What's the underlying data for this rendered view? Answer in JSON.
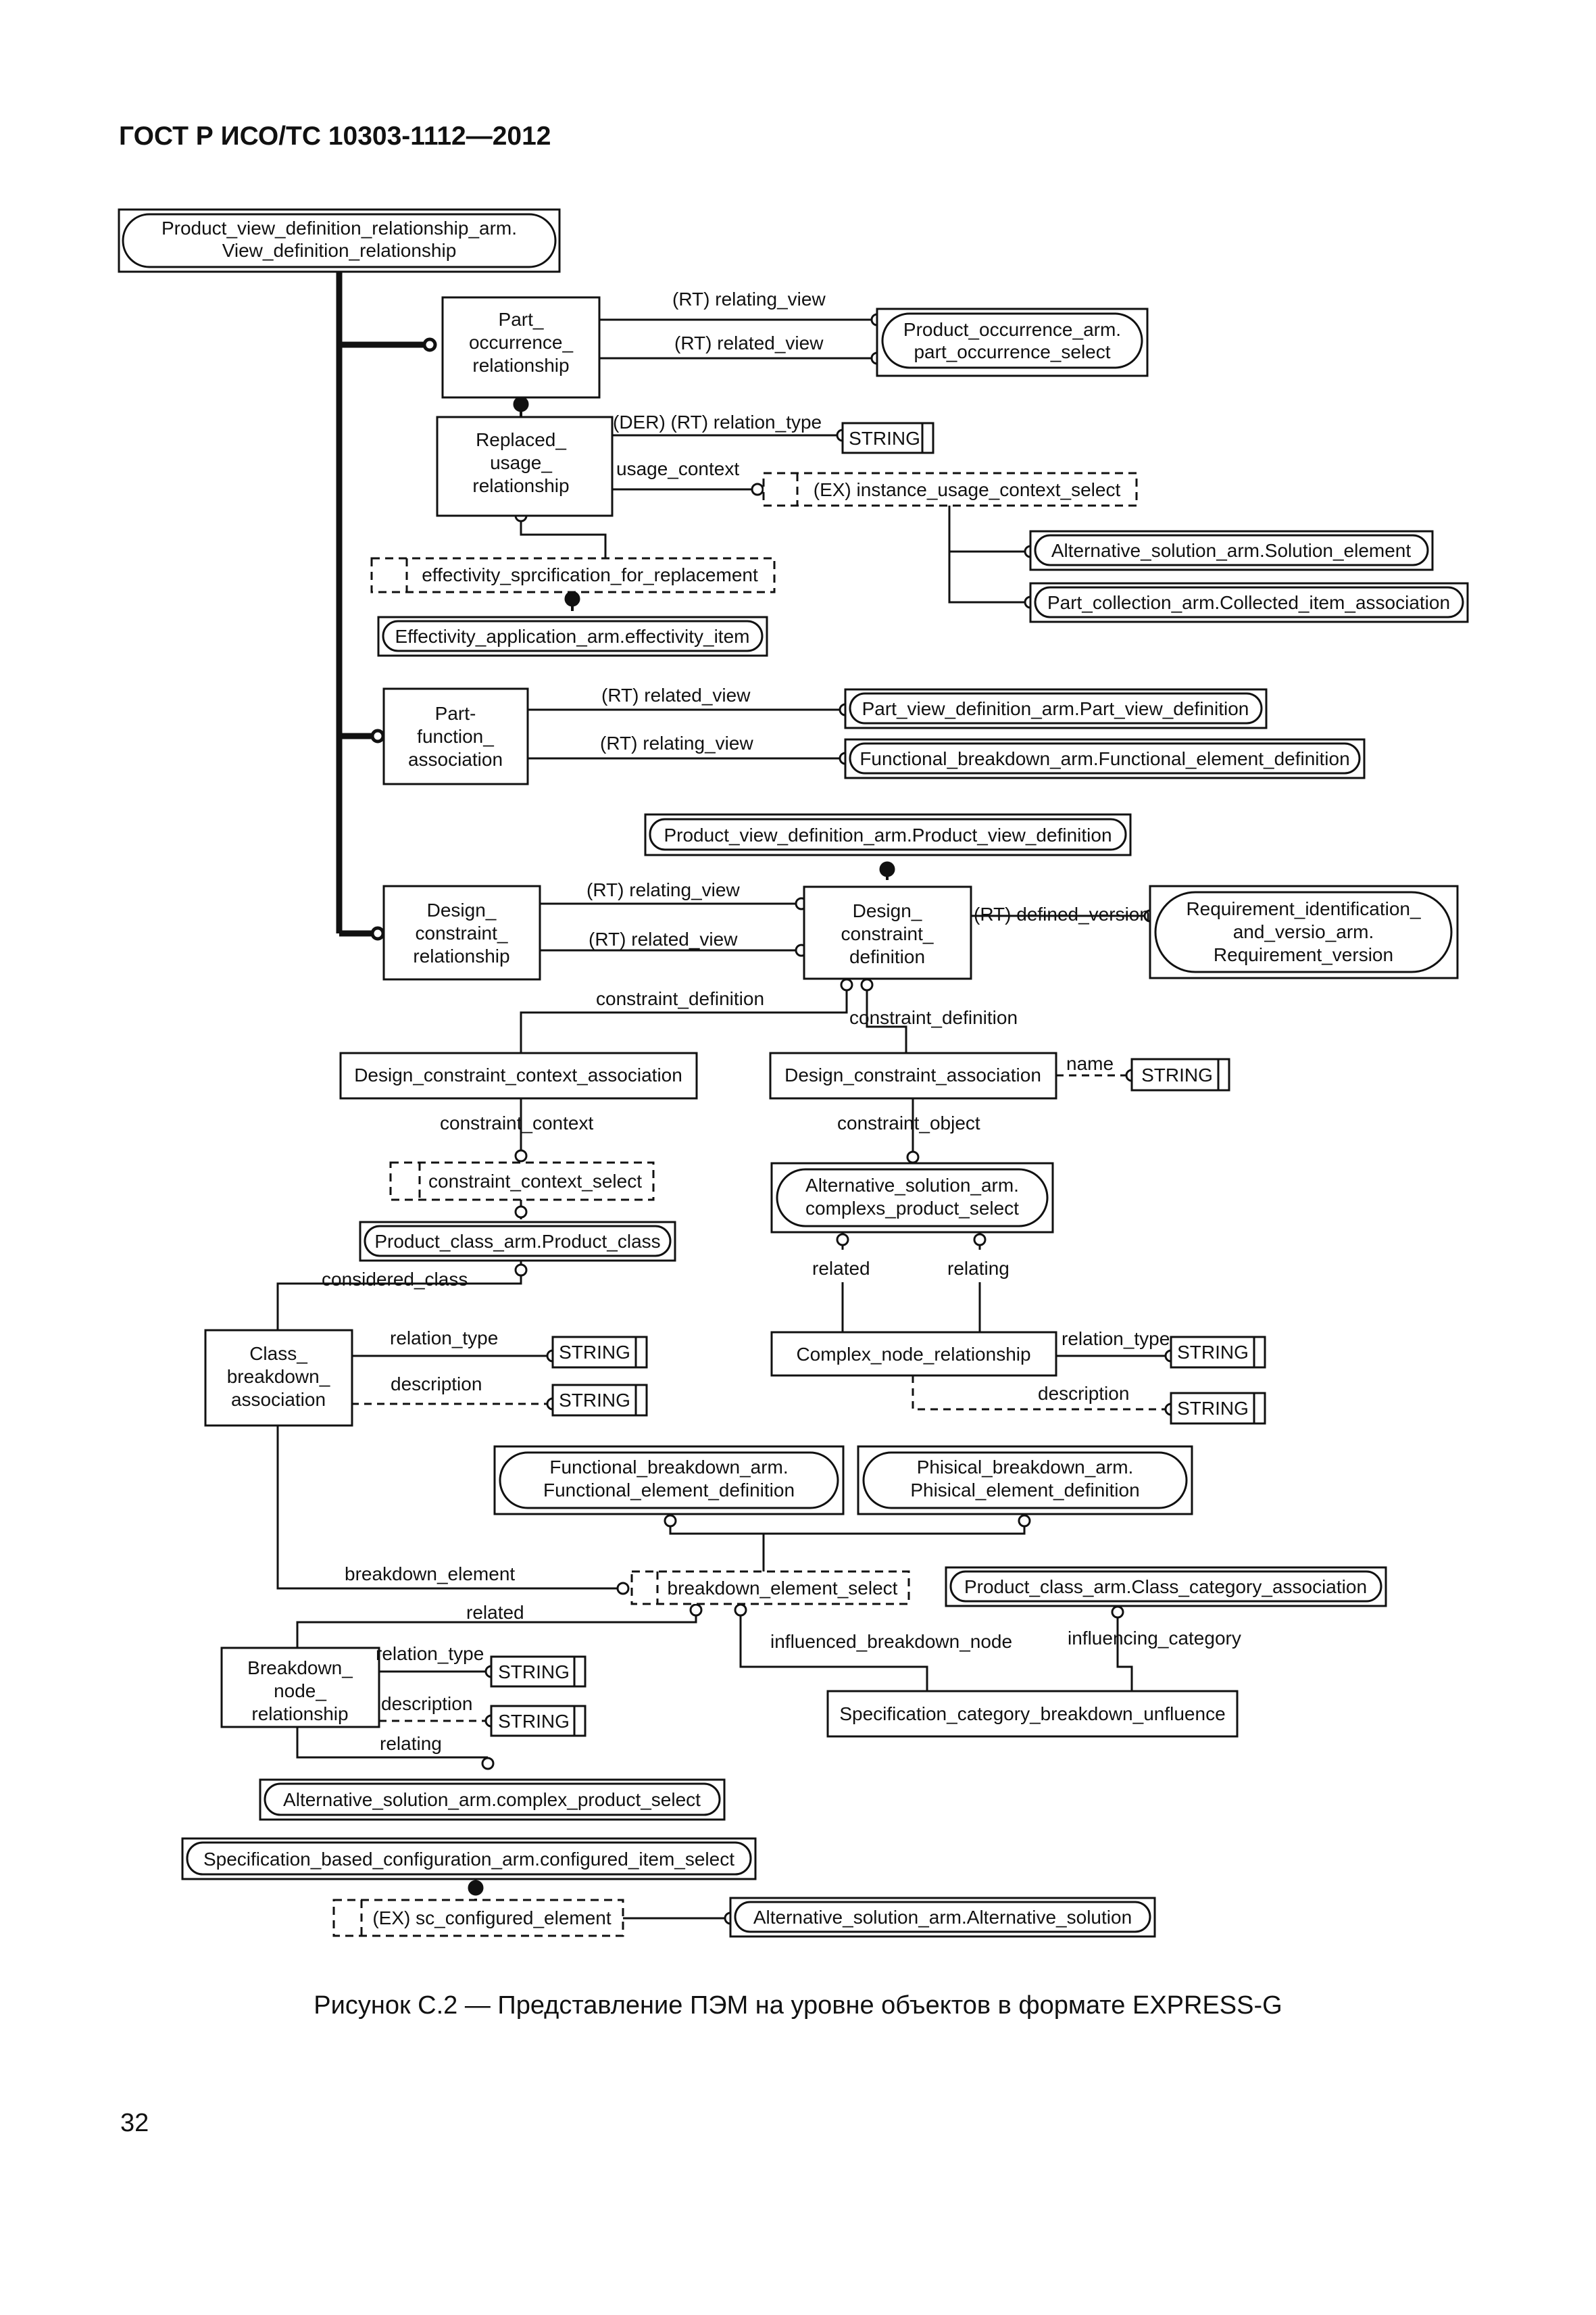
{
  "header": "ГОСТ Р ИСО/ТС 10303-1112—2012",
  "caption": "Рисунок С.2 — Представление ПЭМ на уровне объектов в формате EXPRESS-G",
  "page_number": "32",
  "entities": {
    "pvdr_rel": [
      "Product_view_definition_relationship_arm.",
      "View_definition_relationship"
    ],
    "part_occ_rel": [
      "Part_",
      "occurrence_",
      "relationship"
    ],
    "part_occ_select": [
      "Product_occurrence_arm.",
      "part_occurrence_select"
    ],
    "replaced_usage": [
      "Replaced_",
      "usage_",
      "relationship"
    ],
    "string_1": "STRING",
    "instance_usage_select": "(EX) instance_usage_context_select",
    "alt_solution_element": "Alternative_solution_arm.Solution_element",
    "part_collection": "Part_collection_arm.Collected_item_association",
    "effectivity_spec": "effectivity_sprcification_for_replacement",
    "effectivity_item": "Effectivity_application_arm.effectivity_item",
    "part_function": [
      "Part-",
      "function_",
      "association"
    ],
    "part_view_def": "Part_view_definition_arm.Part_view_definition",
    "functional_element_def": "Functional_breakdown_arm.Functional_element_definition",
    "product_view_def": "Product_view_definition_arm.Product_view_definition",
    "design_constraint_rel": [
      "Design_",
      "constraint_",
      "relationship"
    ],
    "design_constraint_def": [
      "Design_",
      "constraint_",
      "definition"
    ],
    "requirement_version": [
      "Requirement_identification_",
      "and_versio_arm.",
      "Requirement_version"
    ],
    "dc_context_assoc": "Design_constraint_context_association",
    "dc_assoc": "Design_constraint_association",
    "string_2": "STRING",
    "constraint_context_select": "constraint_context_select",
    "product_class": "Product_class_arm.Product_class",
    "complex_product_select_top": [
      "Alternative_solution_arm.",
      "complexs_product_select"
    ],
    "class_breakdown": [
      "Class_",
      "breakdown_",
      "association"
    ],
    "string_3": "STRING",
    "string_4": "STRING",
    "complex_node_rel": "Complex_node_relationship",
    "string_5": "STRING",
    "string_6": "STRING",
    "functional_breakdown_box": [
      "Functional_breakdown_arm.",
      "Functional_element_definition"
    ],
    "phisical_breakdown_box": [
      "Phisical_breakdown_arm.",
      "Phisical_element_definition"
    ],
    "breakdown_element_select": "breakdown_element_select",
    "class_category_assoc": "Product_class_arm.Class_category_association",
    "breakdown_node_rel": [
      "Breakdown_",
      "node_",
      "relationship"
    ],
    "string_7": "STRING",
    "string_8": "STRING",
    "spec_category": "Specification_category_breakdown_unfluence",
    "complex_product_select_bottom": "Alternative_solution_arm.complex_product_select",
    "spec_based_config": "Specification_based_configuration_arm.configured_item_select",
    "sc_configured_element": "(EX) sc_configured_element",
    "alternative_solution": "Alternative_solution_arm.Alternative_solution"
  },
  "relation_labels": {
    "relating_view_1": "(RT) relating_view",
    "related_view_1": "(RT) related_view",
    "relation_type_der": "(DER) (RT) relation_type",
    "usage_context": "usage_context",
    "related_view_2": "(RT) related_view",
    "relating_view_2": "(RT) relating_view",
    "relating_view_3": "(RT) relating_view",
    "related_view_3": "(RT) related_view",
    "defined_version": "(RT) defined_version",
    "constraint_definition_1": "constraint_definition",
    "constraint_definition_2": "constraint_definition",
    "name": "name",
    "constraint_context": "constraint_context",
    "constraint_object": "constraint_object",
    "considered_class": "considered_class",
    "related_1": "related",
    "relating_1": "relating",
    "relation_type_1": "relation_type",
    "description_1": "description",
    "relation_type_2": "relation_type",
    "description_2": "description",
    "breakdown_element": "breakdown_element",
    "related_2": "related",
    "influenced_breakdown_node": "influenced_breakdown_node",
    "influencing_category": "influencing_category",
    "relation_type_3": "relation_type",
    "description_3": "description",
    "relating_2": "relating"
  }
}
